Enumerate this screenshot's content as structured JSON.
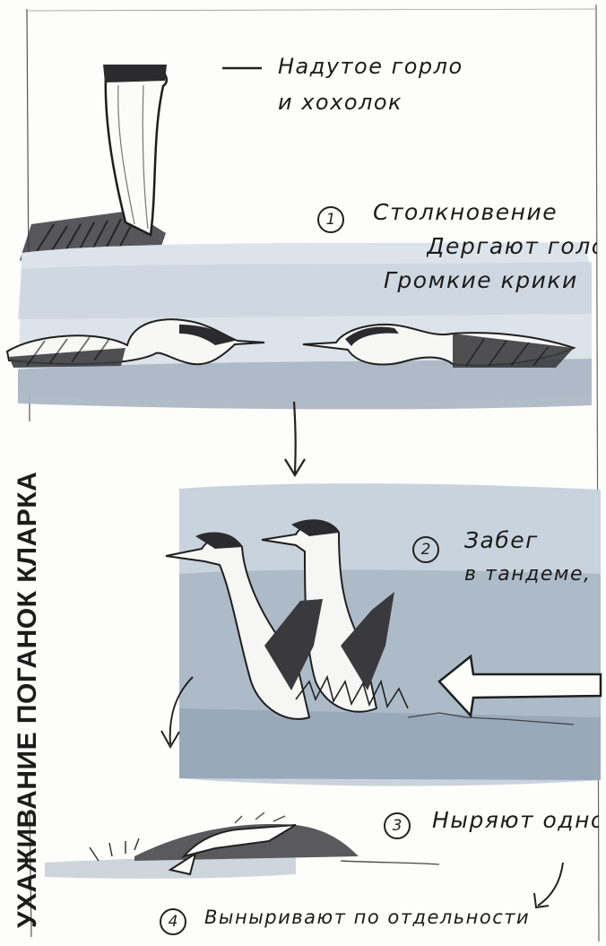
{
  "sketch": {
    "title": "УХАЖИВАНИЕ ПОГАНОК КЛАРКА",
    "annotations": [
      {
        "lines": [
          "Надутое горло",
          "и хохолок"
        ]
      },
      {
        "number": "1",
        "lines": [
          "Столкновение",
          "Дергают голо",
          "Громкие крики"
        ]
      },
      {
        "number": "2",
        "lines": [
          "Забег",
          "в тандеме,"
        ]
      },
      {
        "number": "3",
        "lines": [
          "Ныряют одно"
        ]
      },
      {
        "number": "4",
        "lines": [
          "Выныривают по отдельности"
        ]
      }
    ]
  }
}
